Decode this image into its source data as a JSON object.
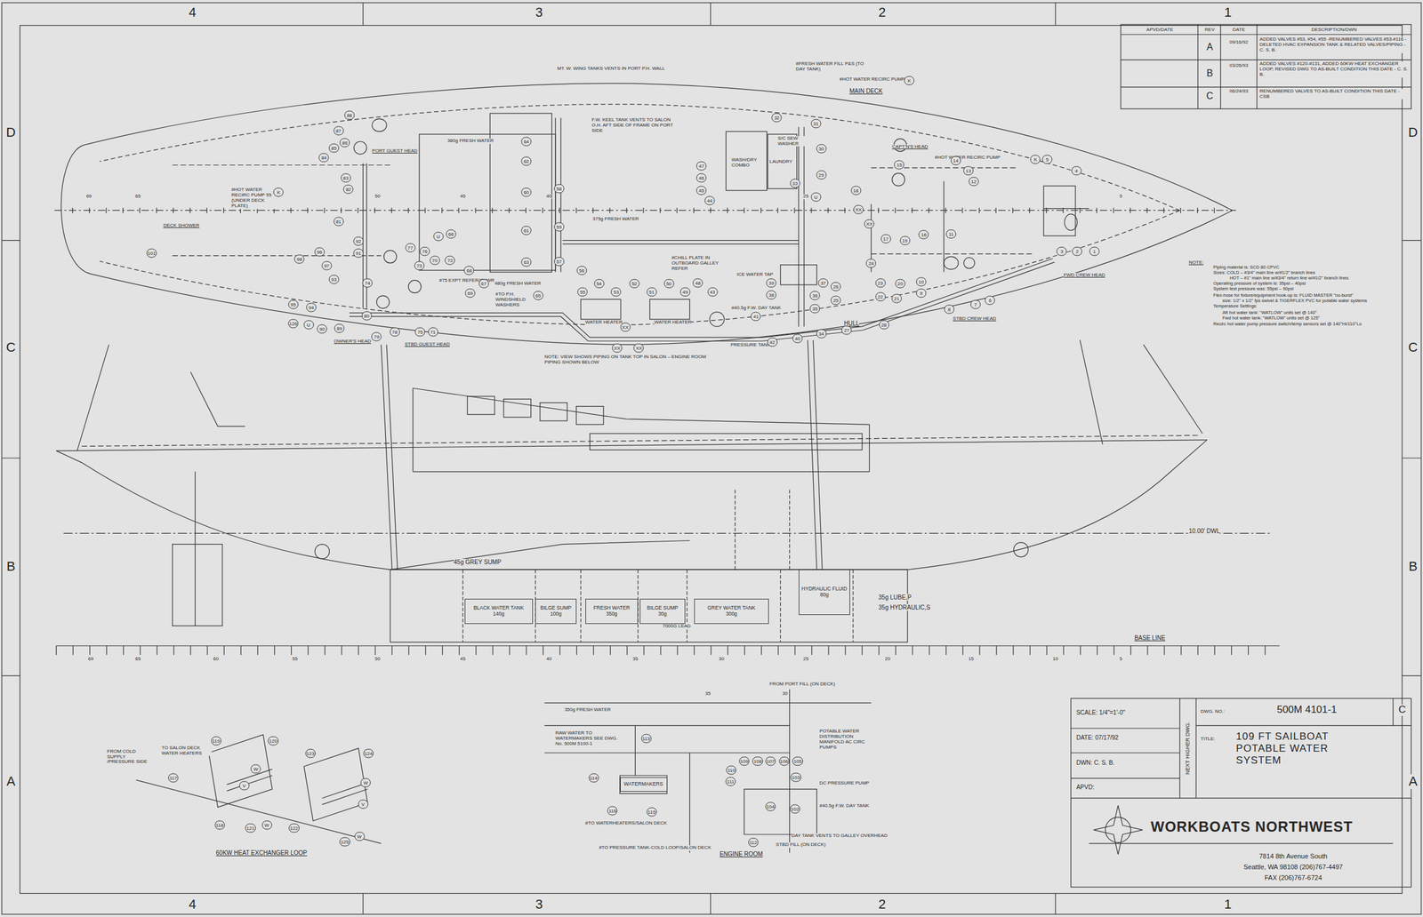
{
  "diagram": {
    "title": "109 FT SAILBOAT POTABLE WATER SYSTEM",
    "nodes": [
      {
        "text": [
          "BLACK WATER TANK",
          "140g"
        ]
      },
      {
        "text": [
          "BILGE SUMP",
          "100g"
        ]
      },
      {
        "text": [
          "FRESH WATER",
          "350g"
        ]
      },
      {
        "text": [
          "BILGE SUMP",
          "30g"
        ]
      },
      {
        "text": [
          "GREY WATER TANK",
          "300g"
        ]
      },
      {
        "text": [
          "HYDRAULIC FLUID",
          "80g"
        ]
      },
      {
        "text": [
          "WATERMAKERS"
        ]
      }
    ],
    "labels": [
      "4",
      "3",
      "2",
      "1",
      "4",
      "3",
      "2",
      "1",
      "D",
      "C",
      "B",
      "A",
      "D",
      "C",
      "B",
      "A",
      "APVD/DATE",
      "REV",
      "DATE",
      "DESCRIPTION/DWN",
      "A",
      "09/16/92",
      "ADDED VALVES #53, #54, #55 -RENUMBERED VALVES #53-#116 -DELETED HVAC EXPANSION TANK & RELATED VALVES/PIPING - C. S. B.",
      "B",
      "03/26/93",
      "ADDED VALVES #120-#131, ADDED 60KW HEAT EXCHANGER LOOP, REVISED DWG TO AS-BUILT CONDITION THIS DATE - C. S. B.",
      "C",
      "06/24/93",
      "RENUMBERED VALVES TO AS-BUILT CONDITION THIS DATE -CSB",
      "NOTE:",
      "Piping material is: SCD 80 CPVC",
      "Sizes: COLD – #3/4\" main line w/#1/2\" branch lines",
      "HOT – #1\" main line w/#3/4\" return line w/#1/2\" branch lines",
      "Operating pressure of system is: 35psi – 40psi",
      "System test pressure was: 55psi – 90psi",
      "Flex-hose for fixture/equipment hook-up is: FLUID MASTER \"no-burst\"",
      "size: 1/2\" x 1/2\" fps swivel & TIGERFLEX PVC for potable water systems",
      "Temperature Settings:",
      "Aft hot water tank: \"WATLOW\" units set @ 140°",
      "Fwd hot water tank: \"WATLOW\" units set @ 125°",
      "Recirc hot water pump pressure switch/temp sensors set @ 140°Hi/110°Lo",
      "MT. W. WING TANKS VENTS IN PORT P.H. WALL",
      "F.W. KEEL TANK VENTS TO SALON O.H. AFT SIDE OF FRAME ON PORT SIDE",
      "#FRESH WATER FILL P&S (TO DAY TANK)",
      "#HOT WATER RECIRC PUMP",
      "MAIN DECK",
      "380g FRESH WATER",
      "375g FRESH WATER",
      "PORT GUEST HEAD",
      "WASH/DRY COMBO",
      "LAUNDRY",
      "S/C SEW WASHER",
      "CAPT'N'S HEAD",
      "#HOT WATER RECIRC PUMP",
      "FWD CREW HEAD",
      "STBD CREW HEAD",
      "HULL",
      "DECK SHOWER",
      "#HOT WATER RECIRC PUMP 55 (UNDER DECK PLATE)",
      "OWNER'S HEAD",
      "STBD GUEST HEAD",
      "#75 EXPT REFER/SHWR",
      "480g FRESH WATER",
      "#TO P.H. WINDSHIELD WASHERS",
      "WATER HEATER",
      "WATER HEATER",
      "PRESSURE TANK",
      "#40.5g F.W. DAY TANK",
      "ICE WATER TAP",
      "#CHILL PLATE IN OUTBOARD GALLEY REFER",
      "NOTE: VIEW SHOWS PIPING ON TANK TOP IN SALON – ENGINE ROOM PIPING SHOWN BELOW",
      "69",
      "65",
      "50",
      "45",
      "40",
      "25",
      "5",
      "69",
      "65",
      "60",
      "55",
      "50",
      "45",
      "40",
      "35",
      "30",
      "25",
      "20",
      "15",
      "10",
      "5",
      "10.00' DWL",
      "BASE LINE",
      "45g GREY SUMP",
      "35g LUBE,P",
      "35g HYDRAULIC,S",
      "7000G LEAD",
      "60KW HEAT EXCHANGER LOOP",
      "FROM COLD SUPPLY /PRESSURE SIDE",
      "TO SALON DECK WATER HEATERS",
      "350g FRESH WATER",
      "FROM PORT FILL (ON DECK)",
      "RAW WATER TO WATERMAKERS SEE DWG. No. 500M 5100-1",
      "POTABLE WATER DISTRIBUTION MANIFOLD AC CIRC PUMPS",
      "DC PRESSURE PUMP",
      "#40.5g F.W. DAY TANK",
      "#TO WATERHEATERS/SALON DECK",
      "DAY TANK VENTS TO GALLEY OVERHEAD",
      "STBD FILL (ON DECK)",
      "#TO PRESSURE TANK-COLD LOOP/SALON DECK",
      "ENGINE ROOM",
      "35",
      "30",
      "SCALE: 1/4\"=1'-0\"",
      "DATE: 07/17/92",
      "DWN: C. S. B.",
      "APVD:",
      "NEXT HIGHER DWG.",
      "DWG. NO.:",
      "500M 4101-1",
      "C",
      "TITLE:",
      "WORKBOATS NORTHWEST",
      "7814 8th Avenue South",
      "Seattle, WA 98108 (206)767-4497",
      "FAX (206)767-6724",
      "88",
      "87",
      "86",
      "85",
      "84",
      "83",
      "82",
      "81",
      "92",
      "91",
      "96",
      "97",
      "98",
      "93",
      "94",
      "95",
      "90",
      "89",
      "80",
      "79",
      "78",
      "75",
      "71",
      "74",
      "77",
      "76",
      "73",
      "70",
      "72",
      "68",
      "67",
      "69",
      "66",
      "65",
      "64",
      "62",
      "60",
      "58",
      "59",
      "61",
      "63",
      "57",
      "56",
      "55",
      "54",
      "53",
      "52",
      "51",
      "50",
      "49",
      "48",
      "43",
      "41",
      "42",
      "40",
      "39",
      "38",
      "37",
      "36",
      "35",
      "34",
      "26",
      "27",
      "25",
      "24",
      "23",
      "22",
      "21",
      "20",
      "28",
      "32",
      "31",
      "30",
      "29",
      "33",
      "47",
      "46",
      "45",
      "44",
      "18",
      "15",
      "17",
      "19",
      "16",
      "14",
      "13",
      "12",
      "11",
      "10",
      "9",
      "8",
      "7",
      "6",
      "5",
      "4",
      "3",
      "2",
      "1",
      "101",
      "126",
      "U",
      "U",
      "U",
      "K",
      "K",
      "K",
      "XX",
      "XX",
      "XX",
      "XX",
      "XX",
      "119",
      "120",
      "117",
      "118",
      "121",
      "W",
      "V",
      "W",
      "123",
      "124",
      "122",
      "125",
      "W",
      "V",
      "W",
      "113",
      "114",
      "111",
      "110",
      "109",
      "108",
      "107",
      "106",
      "105",
      "103",
      "104",
      "116",
      "115",
      "102",
      "112"
    ]
  }
}
